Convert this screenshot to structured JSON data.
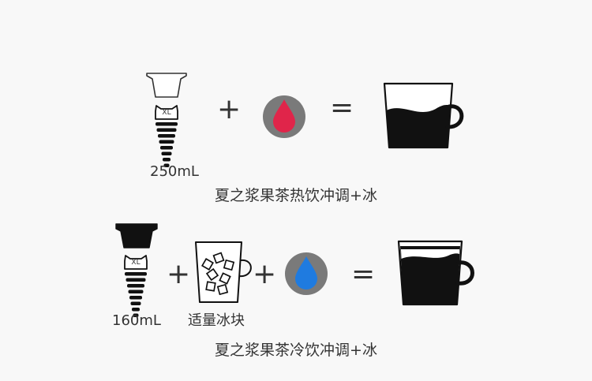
{
  "recipes": [
    {
      "volume": "250mL",
      "cup_badge": "XL",
      "plus": "+",
      "equals": "=",
      "caption": "夏之浆果茶热饮冲调+冰",
      "water": "hot",
      "water_color": "#e0254a"
    },
    {
      "volume": "160mL",
      "cup_badge": "XL",
      "plus": "+",
      "equals": "=",
      "ice_label": "适量冰块",
      "caption": "夏之浆果茶冷饮冲调+冰",
      "water": "cold",
      "water_color": "#1f7be0"
    }
  ],
  "colors": {
    "background": "#f8f8f8",
    "ink": "#111111",
    "text": "#333333",
    "drop_circle": "#7a7a7a"
  }
}
